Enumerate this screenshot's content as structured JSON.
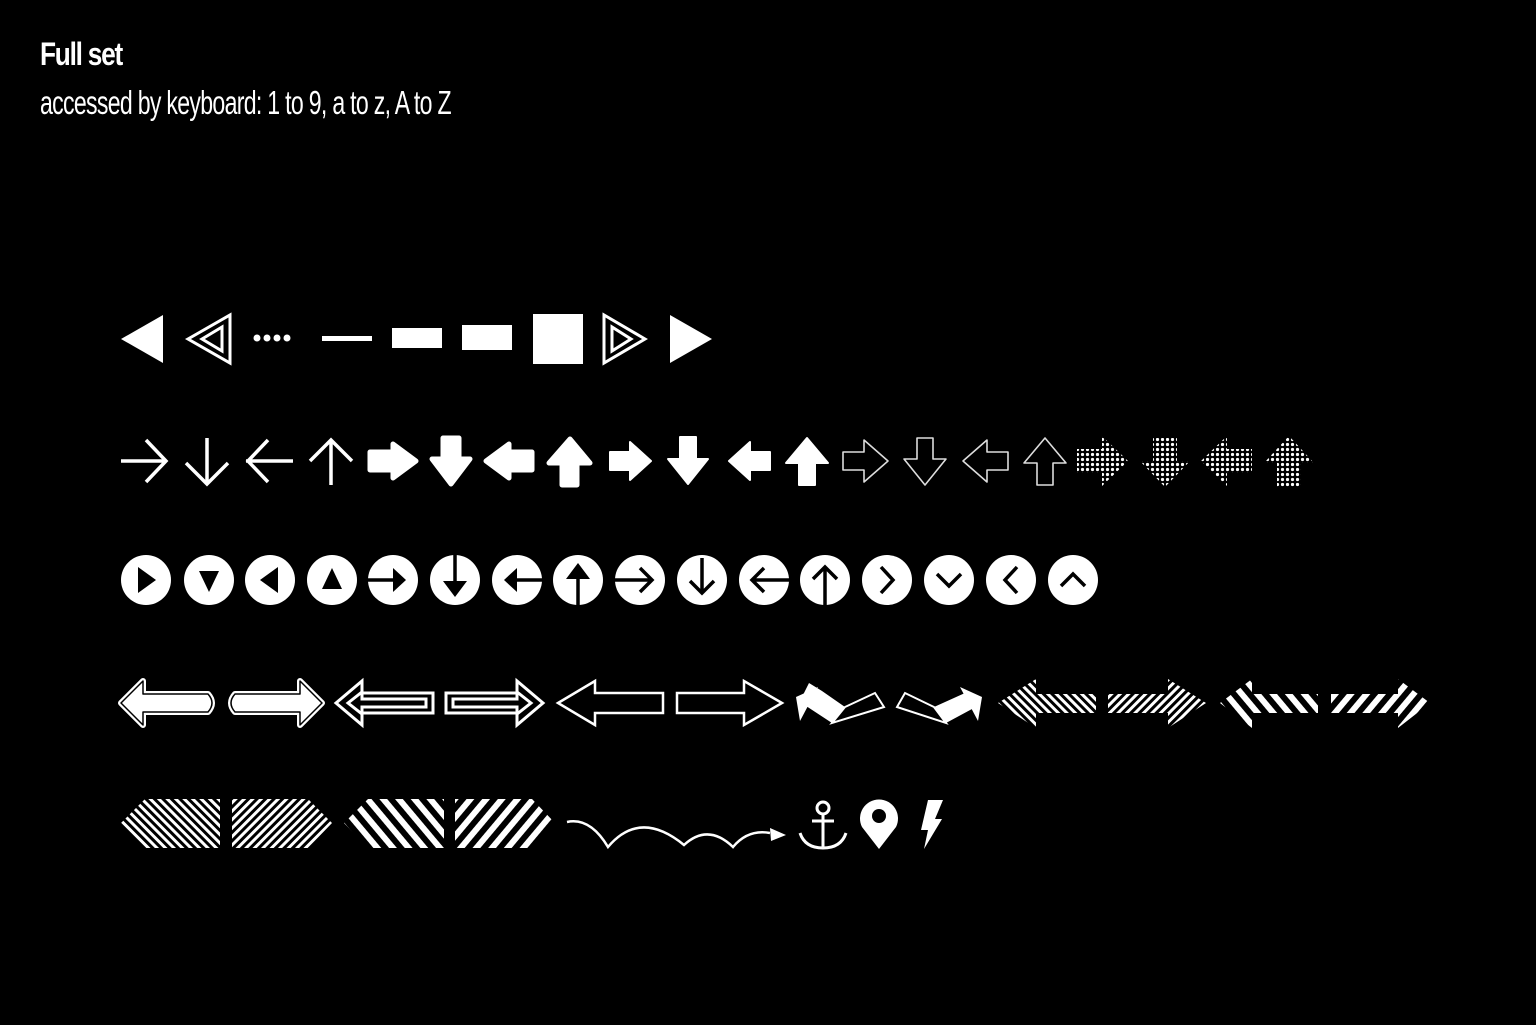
{
  "header": {
    "title": "Full set",
    "subtitle": "accessed by keyboard: 1 to 9, a to z, A to Z"
  },
  "colors": {
    "background": "#000000",
    "foreground": "#ffffff"
  },
  "rows": [
    {
      "name": "row-1-basic-shapes",
      "glyphs": [
        "triangle-left-solid",
        "triangle-left-outline",
        "dots-four",
        "line-thin",
        "bar-medium",
        "bar-thick",
        "square-solid",
        "triangle-right-outline",
        "triangle-right-solid"
      ]
    },
    {
      "name": "row-2-arrows",
      "glyphs": [
        "arrow-right-thin",
        "arrow-down-thin",
        "arrow-left-thin",
        "arrow-up-thin",
        "arrow-right-bold",
        "arrow-down-bold",
        "arrow-left-bold",
        "arrow-up-bold",
        "arrow-right-bold-outlined",
        "arrow-down-bold-outlined",
        "arrow-left-bold-outlined",
        "arrow-up-bold-outlined",
        "arrow-right-outline",
        "arrow-down-outline",
        "arrow-left-outline",
        "arrow-up-outline",
        "arrow-right-dotted",
        "arrow-down-dotted",
        "arrow-left-dotted",
        "arrow-up-dotted"
      ]
    },
    {
      "name": "row-3-circle-icons",
      "glyphs": [
        "circle-play-right",
        "circle-play-down",
        "circle-play-left",
        "circle-play-up",
        "circle-arrow-right",
        "circle-arrow-down",
        "circle-arrow-left",
        "circle-arrow-up",
        "circle-thin-arrow-right",
        "circle-thin-arrow-down",
        "circle-thin-arrow-left",
        "circle-thin-arrow-up",
        "circle-chevron-right",
        "circle-chevron-down",
        "circle-chevron-left",
        "circle-chevron-up"
      ]
    },
    {
      "name": "row-4-long-arrows",
      "glyphs": [
        "long-arrow-left-rounded",
        "long-arrow-right-rounded",
        "long-arrow-left-double-outline",
        "long-arrow-right-double-outline",
        "long-arrow-left-outline",
        "long-arrow-right-outline",
        "bent-arrow-up-left",
        "bent-arrow-up-right",
        "long-arrow-left-hatched-fine",
        "long-arrow-right-hatched-fine",
        "long-arrow-left-hatched-wide",
        "long-arrow-right-hatched-wide"
      ]
    },
    {
      "name": "row-5-misc",
      "glyphs": [
        "tag-left-hatched-fine",
        "tag-right-hatched-fine",
        "tag-left-hatched-wide",
        "tag-right-hatched-wide",
        "bouncing-path-arrow",
        "anchor-icon",
        "map-pin-icon",
        "lightning-icon"
      ]
    }
  ]
}
